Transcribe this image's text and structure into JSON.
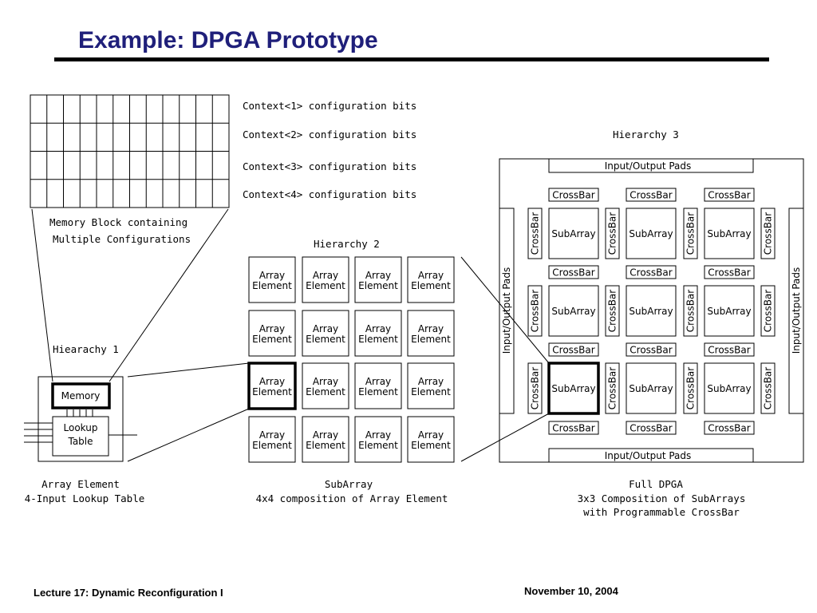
{
  "slide": {
    "title": "Example: DPGA Prototype",
    "footer_left": "Lecture 17: Dynamic Reconfiguration I",
    "footer_right": "November 10, 2004"
  },
  "diagram": {
    "contexts": [
      "Context<1> configuration bits",
      "Context<2> configuration bits",
      "Context<3> configuration bits",
      "Context<4> configuration bits"
    ],
    "memory_block_caption": [
      "Memory Block containing",
      "Multiple Configurations"
    ],
    "hierarchy1_label": "Hiearachy 1",
    "hierarchy2_label": "Hierarchy 2",
    "hierarchy3_label": "Hierarchy 3",
    "memory_label": "Memory",
    "lookup_table_label": [
      "Lookup",
      "Table"
    ],
    "array_element_label": [
      "Array",
      "Element"
    ],
    "subarray_label": "SubArray",
    "crossbar_label": "CrossBar",
    "io_pads_label": "Input/Output Pads",
    "caption_array_element": [
      "Array Element",
      "4-Input Lookup Table"
    ],
    "caption_subarray": [
      "SubArray",
      "4x4 composition of Array Element"
    ],
    "caption_full_dpga": [
      "Full DPGA",
      "3x3 Composition of SubArrays",
      "with Programmable CrossBar"
    ]
  }
}
